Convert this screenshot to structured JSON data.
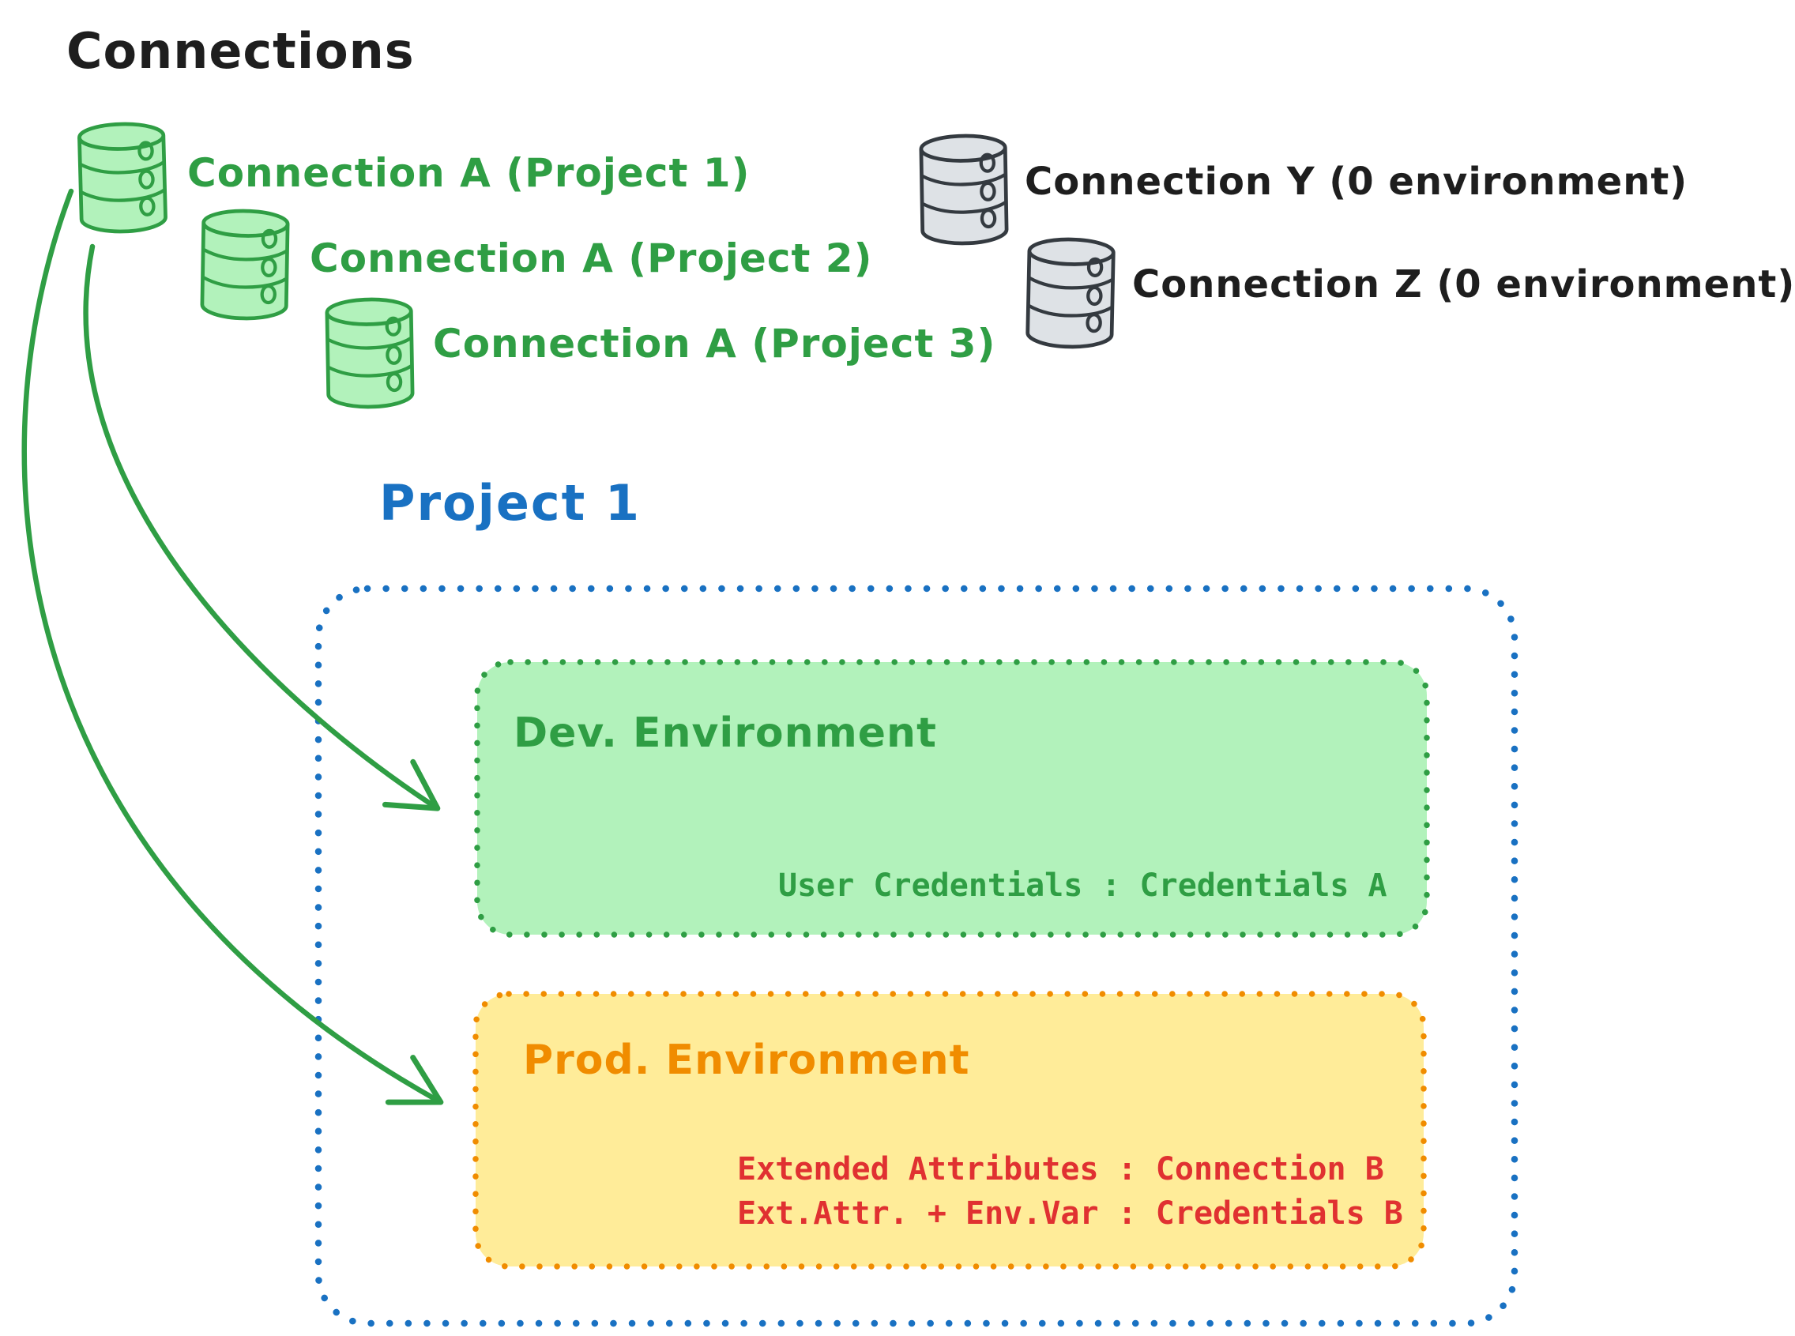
{
  "title": "Connections",
  "palette": {
    "ink": "#1e1e1e",
    "green": "#2f9e44",
    "green_fill": "#b2f2bb",
    "blue": "#1971c2",
    "orange": "#f08c00",
    "yellow_fill": "#ffec99",
    "red": "#e03131",
    "gray": "#343a40",
    "gray_fill": "#dee2e6"
  },
  "connections": {
    "assigned": [
      {
        "label": "Connection A (Project 1)",
        "icon": "database-icon",
        "color": "green"
      },
      {
        "label": "Connection A (Project 2)",
        "icon": "database-icon",
        "color": "green"
      },
      {
        "label": "Connection A (Project 3)",
        "icon": "database-icon",
        "color": "green"
      }
    ],
    "unassigned": [
      {
        "label": "Connection Y (0 environment)",
        "icon": "database-icon",
        "color": "gray"
      },
      {
        "label": "Connection Z (0 environment)",
        "icon": "database-icon",
        "color": "gray"
      }
    ]
  },
  "project": {
    "title": "Project 1",
    "environments": [
      {
        "title": "Dev. Environment",
        "mappings": [
          "User Credentials : Credentials A"
        ]
      },
      {
        "title": "Prod. Environment",
        "mappings": [
          "Extended Attributes : Connection B",
          "Ext.Attr. + Env.Var : Credentials B"
        ]
      }
    ]
  },
  "arrows": [
    {
      "from": "Connection A (Project 1)",
      "to": "Dev. Environment"
    },
    {
      "from": "Connection A (Project 1)",
      "to": "Prod. Environment"
    }
  ]
}
